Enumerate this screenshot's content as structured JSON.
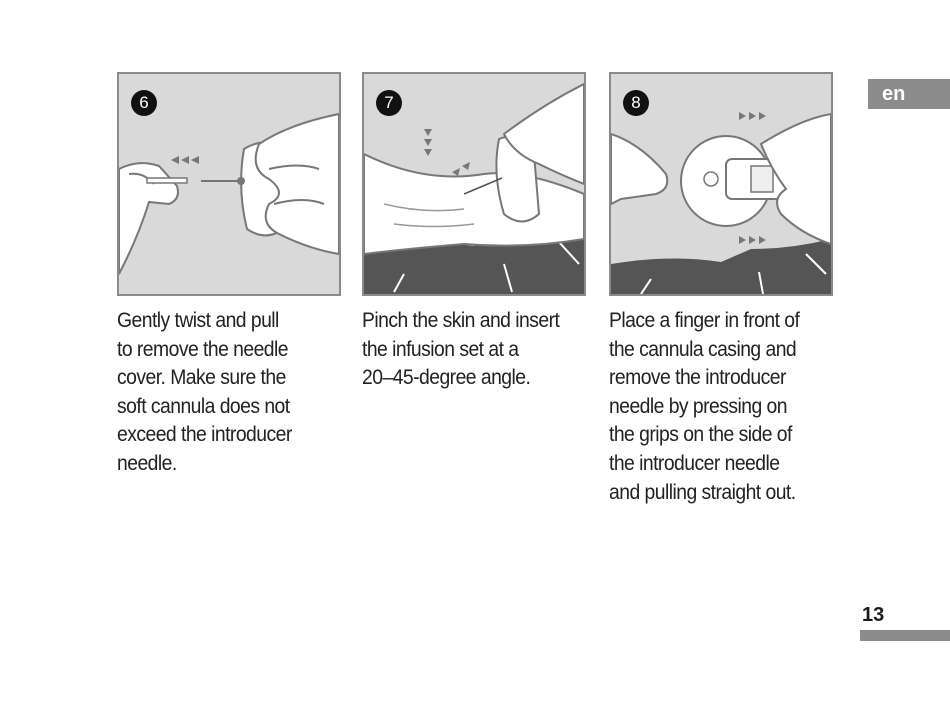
{
  "steps": [
    {
      "number": "6",
      "text": "Gently twist and pull\nto remove the needle\ncover. Make sure the\nsoft cannula does not\nexceed the introducer\nneedle."
    },
    {
      "number": "7",
      "text": "Pinch the skin and insert\nthe infusion set at a\n20–45-degree angle."
    },
    {
      "number": "8",
      "text": "Place a finger in front of\nthe cannula casing and\nremove the introducer\nneedle by pressing on\nthe grips on the side of\nthe introducer needle\nand pulling straight out."
    }
  ],
  "language_tab": "en",
  "page_number": "13"
}
